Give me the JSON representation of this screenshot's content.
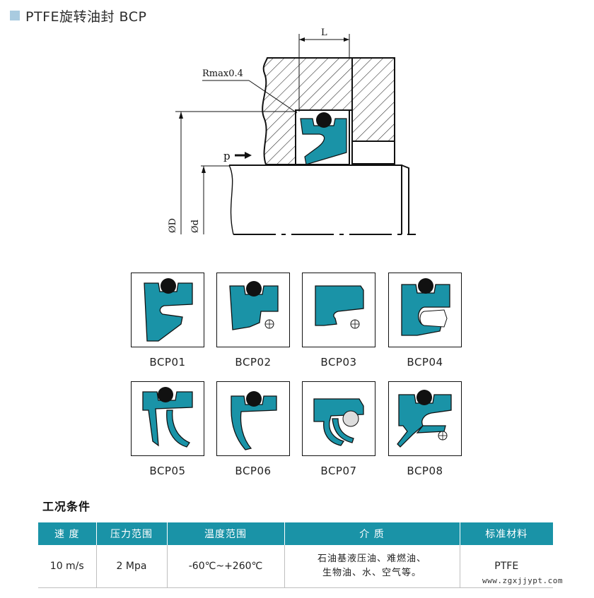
{
  "header": {
    "title": "PTFE旋转油封 BCP"
  },
  "drawing": {
    "labels": {
      "length": "L",
      "rmax": "Rmax0.4",
      "pressure": "p",
      "outer_dia": "ØD",
      "inner_dia": "Ød"
    },
    "colors": {
      "seal": "#1a93a7",
      "oring": "#111111",
      "hatch": "#222222"
    }
  },
  "variants": [
    {
      "label": "BCP01"
    },
    {
      "label": "BCP02"
    },
    {
      "label": "BCP03"
    },
    {
      "label": "BCP04"
    },
    {
      "label": "BCP05"
    },
    {
      "label": "BCP06"
    },
    {
      "label": "BCP07"
    },
    {
      "label": "BCP08"
    }
  ],
  "conditions": {
    "title": "工况条件",
    "headers": [
      "速  度",
      "压力范围",
      "温度范围",
      "介  质",
      "标准材料"
    ],
    "row": {
      "speed": "10 m/s",
      "pressure": "2 Mpa",
      "temperature": "-60℃~+260℃",
      "media_line1": "石油基液压油、难燃油、",
      "media_line2": "生物油、水、空气等。",
      "material": "PTFE"
    }
  },
  "watermark": "www.zgxjjypt.com",
  "colors": {
    "accent": "#1a93a7",
    "title_square": "#a9cbe0"
  }
}
